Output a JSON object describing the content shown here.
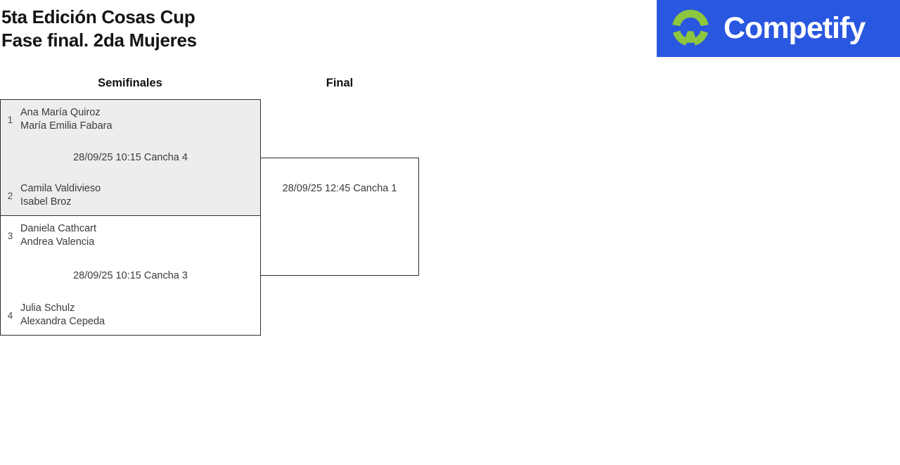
{
  "page": {
    "title_line1": "5ta Edición Cosas Cup",
    "title_line2": "Fase final. 2da Mujeres"
  },
  "logo": {
    "text": "Competify",
    "icon": "competify-person-icon",
    "bg_color": "#2a57df",
    "icon_color": "#8dc63f",
    "text_color": "#ffffff"
  },
  "colors": {
    "match_border": "#2f2f2f",
    "match_shaded_bg": "#ededed",
    "text_primary": "#141414",
    "text_secondary": "#3a3a3a"
  },
  "bracket": {
    "rounds": [
      {
        "label": "Semifinales"
      },
      {
        "label": "Final"
      }
    ],
    "semifinals": [
      {
        "seed_top": "1",
        "team_top": [
          "Ana María Quiroz",
          "María Emilia Fabara"
        ],
        "schedule": "28/09/25 10:15 Cancha 4",
        "seed_bottom": "2",
        "team_bottom": [
          "Camila Valdivieso",
          "Isabel Broz"
        ]
      },
      {
        "seed_top": "3",
        "team_top": [
          "Daniela Cathcart",
          "Andrea Valencia"
        ],
        "schedule": "28/09/25 10:15 Cancha 3",
        "seed_bottom": "4",
        "team_bottom": [
          "Julia Schulz",
          "Alexandra Cepeda"
        ]
      }
    ],
    "final": {
      "schedule": "28/09/25 12:45 Cancha 1"
    }
  }
}
